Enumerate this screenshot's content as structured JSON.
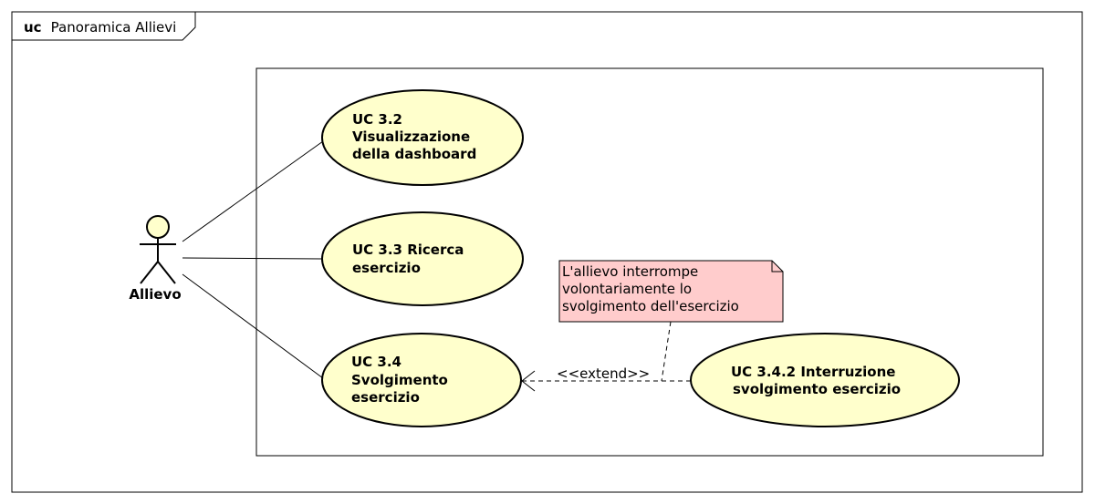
{
  "frame": {
    "keyword": "uc",
    "name": "Panoramica Allievi"
  },
  "actor": {
    "name": "Allievo"
  },
  "use_cases": [
    {
      "id": "uc32",
      "lines": [
        "UC 3.2",
        "Visualizzazione",
        "della dashboard"
      ]
    },
    {
      "id": "uc33",
      "lines": [
        "UC 3.3 Ricerca",
        "esercizio"
      ]
    },
    {
      "id": "uc34",
      "lines": [
        "UC 3.4",
        "Svolgimento",
        "esercizio"
      ]
    },
    {
      "id": "uc342",
      "lines": [
        "UC 3.4.2 Interruzione",
        "svolgimento esercizio"
      ]
    }
  ],
  "relation": {
    "stereotype": "<<extend>>"
  },
  "note": {
    "lines": [
      "L'allievo interrompe",
      "volontariamente lo",
      "svolgimento dell'esercizio"
    ]
  },
  "colors": {
    "use_case_fill": "#FFFFCC",
    "note_fill": "#FFCCCC",
    "actor_fill": "#FFFFCC",
    "line": "#000000"
  }
}
